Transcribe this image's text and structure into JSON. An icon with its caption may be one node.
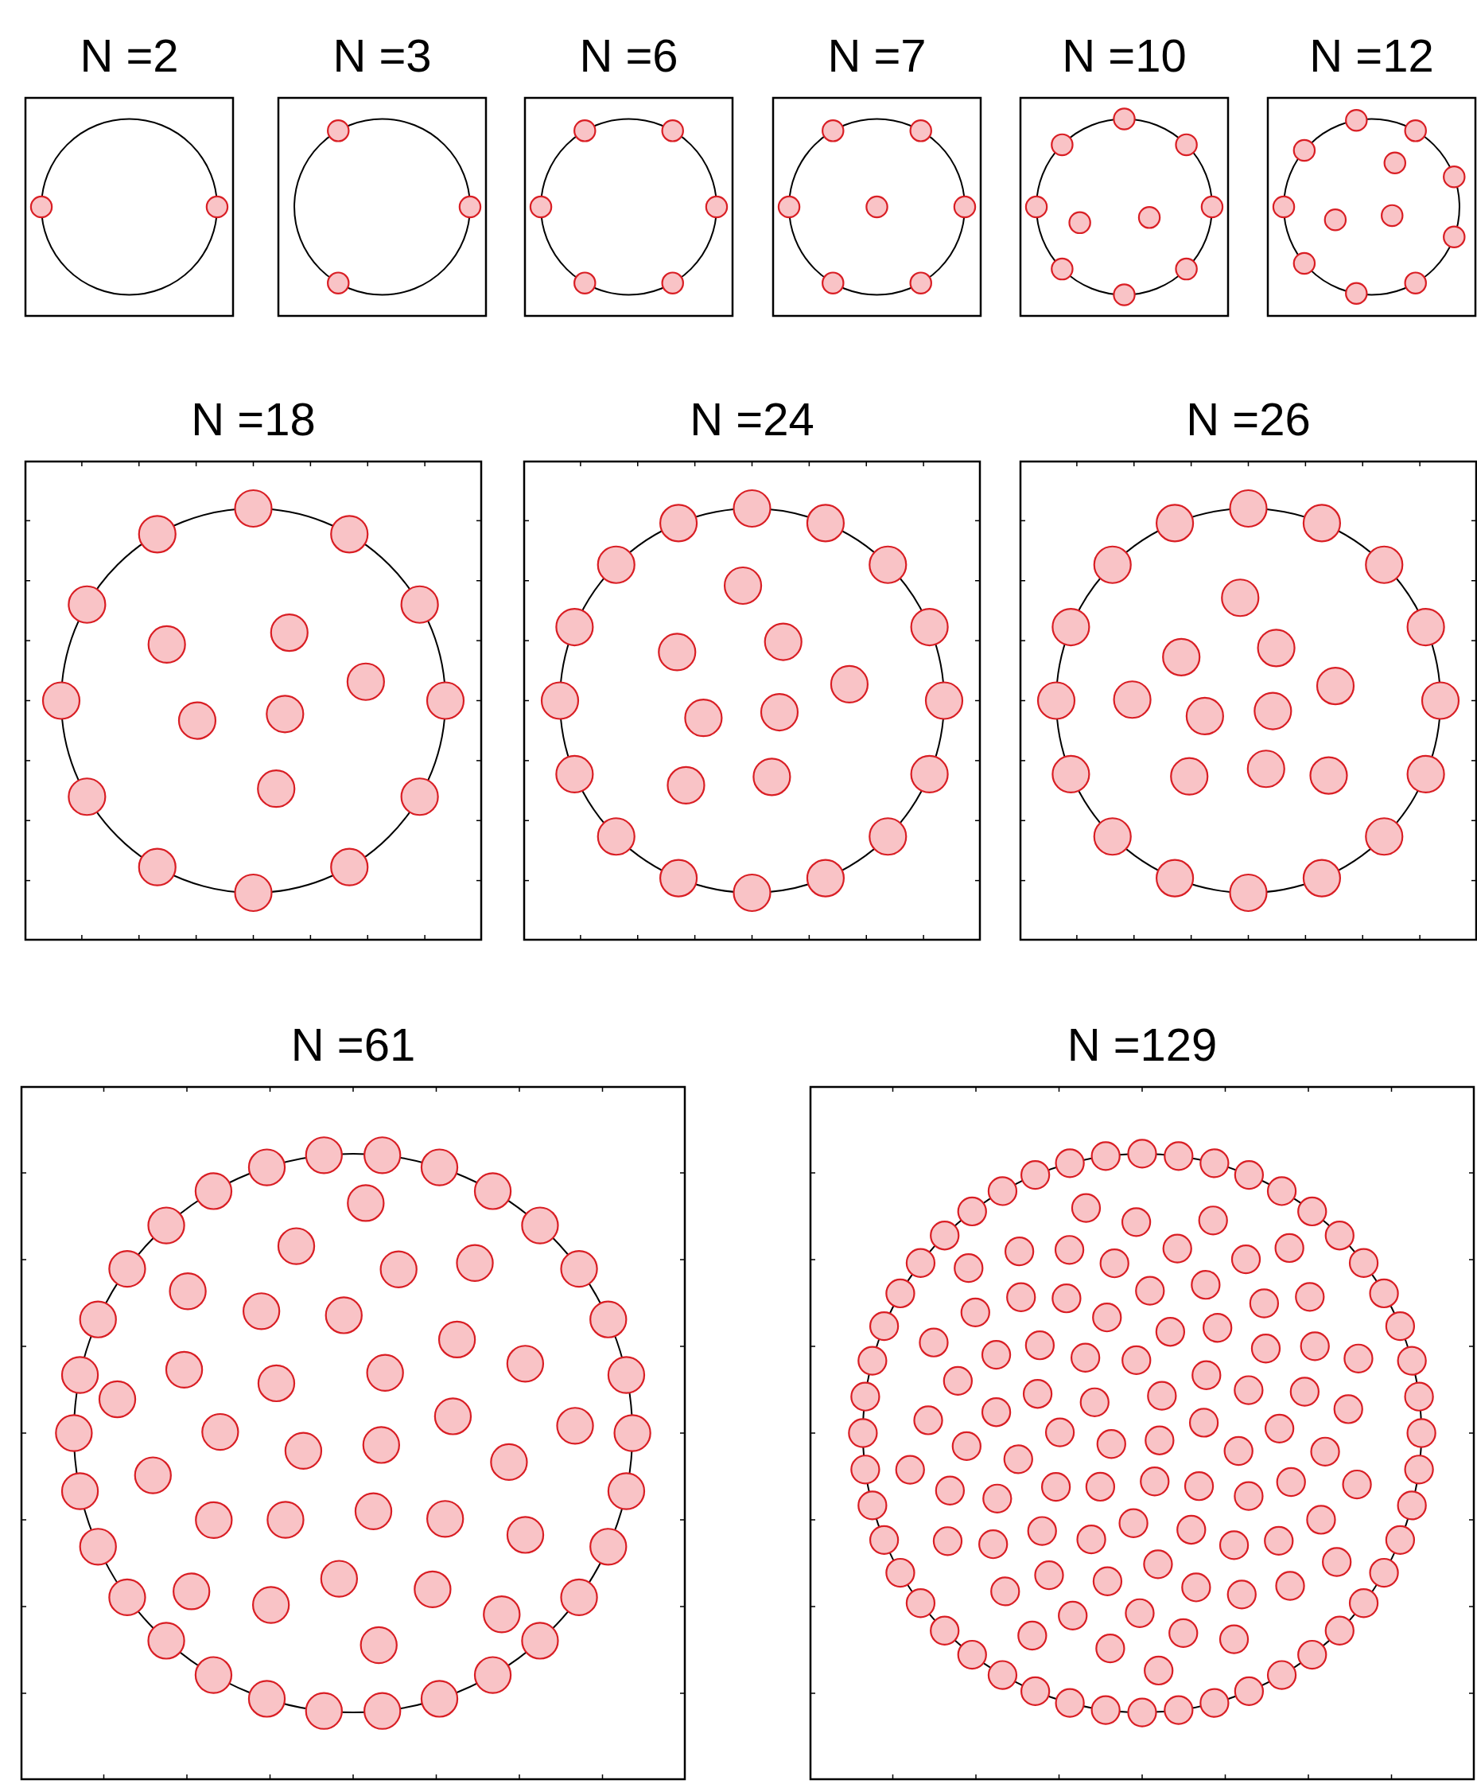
{
  "diagram": {
    "nodes": [
      {
        "text": [
          "N =2"
        ]
      },
      {
        "text": [
          "N =3"
        ]
      },
      {
        "text": [
          "N =6"
        ]
      },
      {
        "text": [
          "N =7"
        ]
      },
      {
        "text": [
          "N =10"
        ]
      },
      {
        "text": [
          "N =12"
        ]
      },
      {
        "text": [
          "N =18"
        ]
      },
      {
        "text": [
          "N =24"
        ]
      },
      {
        "text": [
          "N =26"
        ]
      },
      {
        "text": [
          "N =61"
        ]
      },
      {
        "text": [
          "N =129"
        ]
      }
    ]
  }
}
